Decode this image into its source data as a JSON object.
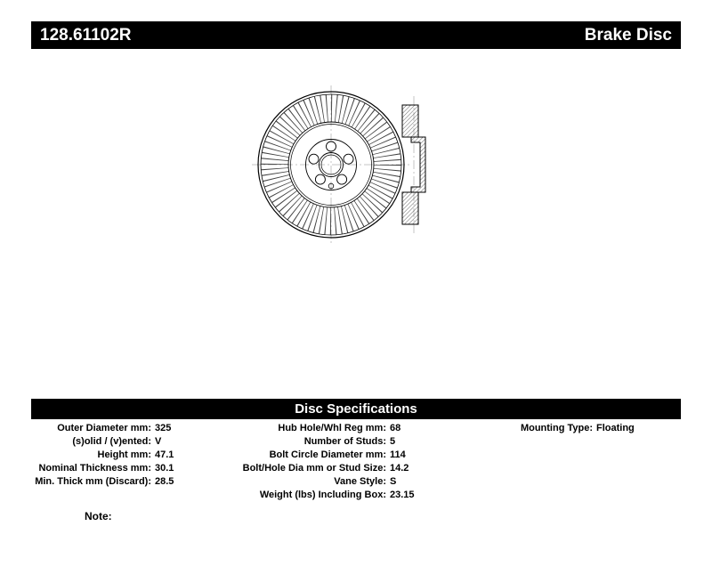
{
  "page": {
    "background_color": "#ffffff",
    "bar_color": "#000000",
    "bar_text_color": "#ffffff"
  },
  "header": {
    "part_number": "128.61102R",
    "title": "Brake Disc"
  },
  "sections": {
    "specs_title": "Disc Specifications"
  },
  "drawing": {
    "front_view": "brake-disc-front-view-with-vanes-hub-and-5-stud-holes",
    "side_view": "brake-disc-cross-section-vented-with-hat"
  },
  "specs": {
    "left": [
      {
        "label": "Outer Diameter mm:",
        "value": "325"
      },
      {
        "label": "(s)olid / (v)ented:",
        "value": "V"
      },
      {
        "label": "Height mm:",
        "value": "47.1"
      },
      {
        "label": "Nominal Thickness mm:",
        "value": "30.1"
      },
      {
        "label": "Min. Thick mm (Discard):",
        "value": "28.5"
      }
    ],
    "middle": [
      {
        "label": "Hub Hole/Whl Reg mm:",
        "value": "68"
      },
      {
        "label": "Number of Studs:",
        "value": "5"
      },
      {
        "label": "Bolt Circle Diameter mm:",
        "value": "114"
      },
      {
        "label": "Bolt/Hole Dia mm or Stud Size:",
        "value": "14.2"
      },
      {
        "label": "Vane Style:",
        "value": "S"
      },
      {
        "label": "Weight (lbs) Including Box:",
        "value": "23.15"
      }
    ],
    "right": [
      {
        "label": "Mounting Type:",
        "value": "Floating"
      }
    ]
  },
  "note": {
    "label": "Note:"
  }
}
